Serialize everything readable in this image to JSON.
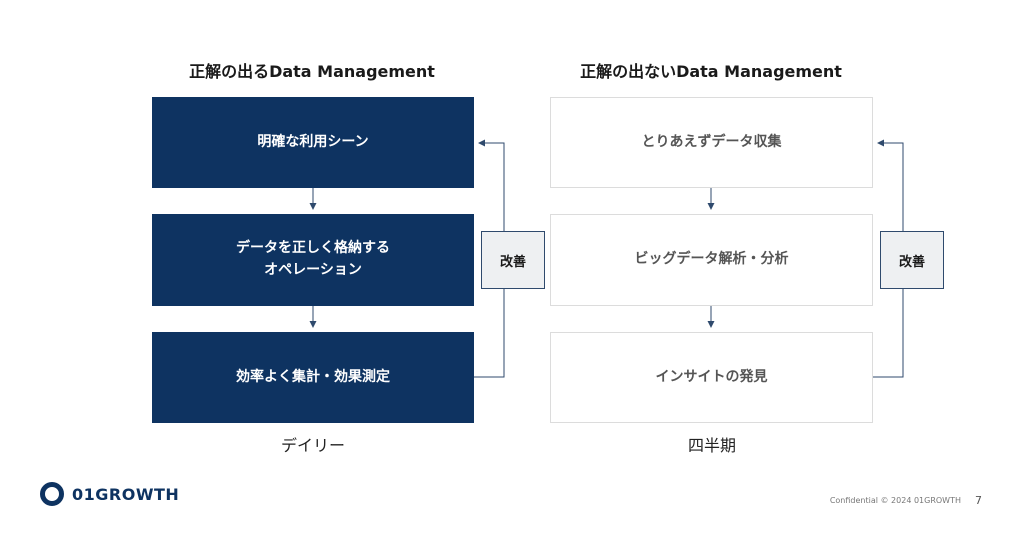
{
  "left": {
    "title": "正解の出るData Management",
    "steps": [
      {
        "lines": [
          "明確な利用シーン"
        ]
      },
      {
        "lines": [
          "データを正しく格納する",
          "オペレーション"
        ]
      },
      {
        "lines": [
          "効率よく集計・効果測定"
        ]
      }
    ],
    "improve_label": "改善",
    "caption": "デイリー"
  },
  "right": {
    "title": "正解の出ないData Management",
    "steps": [
      {
        "lines": [
          "とりあえずデータ収集"
        ]
      },
      {
        "lines": [
          "ビッグデータ解析・分析"
        ]
      },
      {
        "lines": [
          "インサイトの発見"
        ]
      }
    ],
    "improve_label": "改善",
    "caption": "四半期"
  },
  "footer": {
    "logo_text": "01GROWTH",
    "confidential": "Confidential  © 2024 01GROWTH",
    "page_number": "7"
  },
  "colors": {
    "dark_box": "#0e3361",
    "light_box_text": "#555555",
    "connector": "#2f4a6d"
  }
}
